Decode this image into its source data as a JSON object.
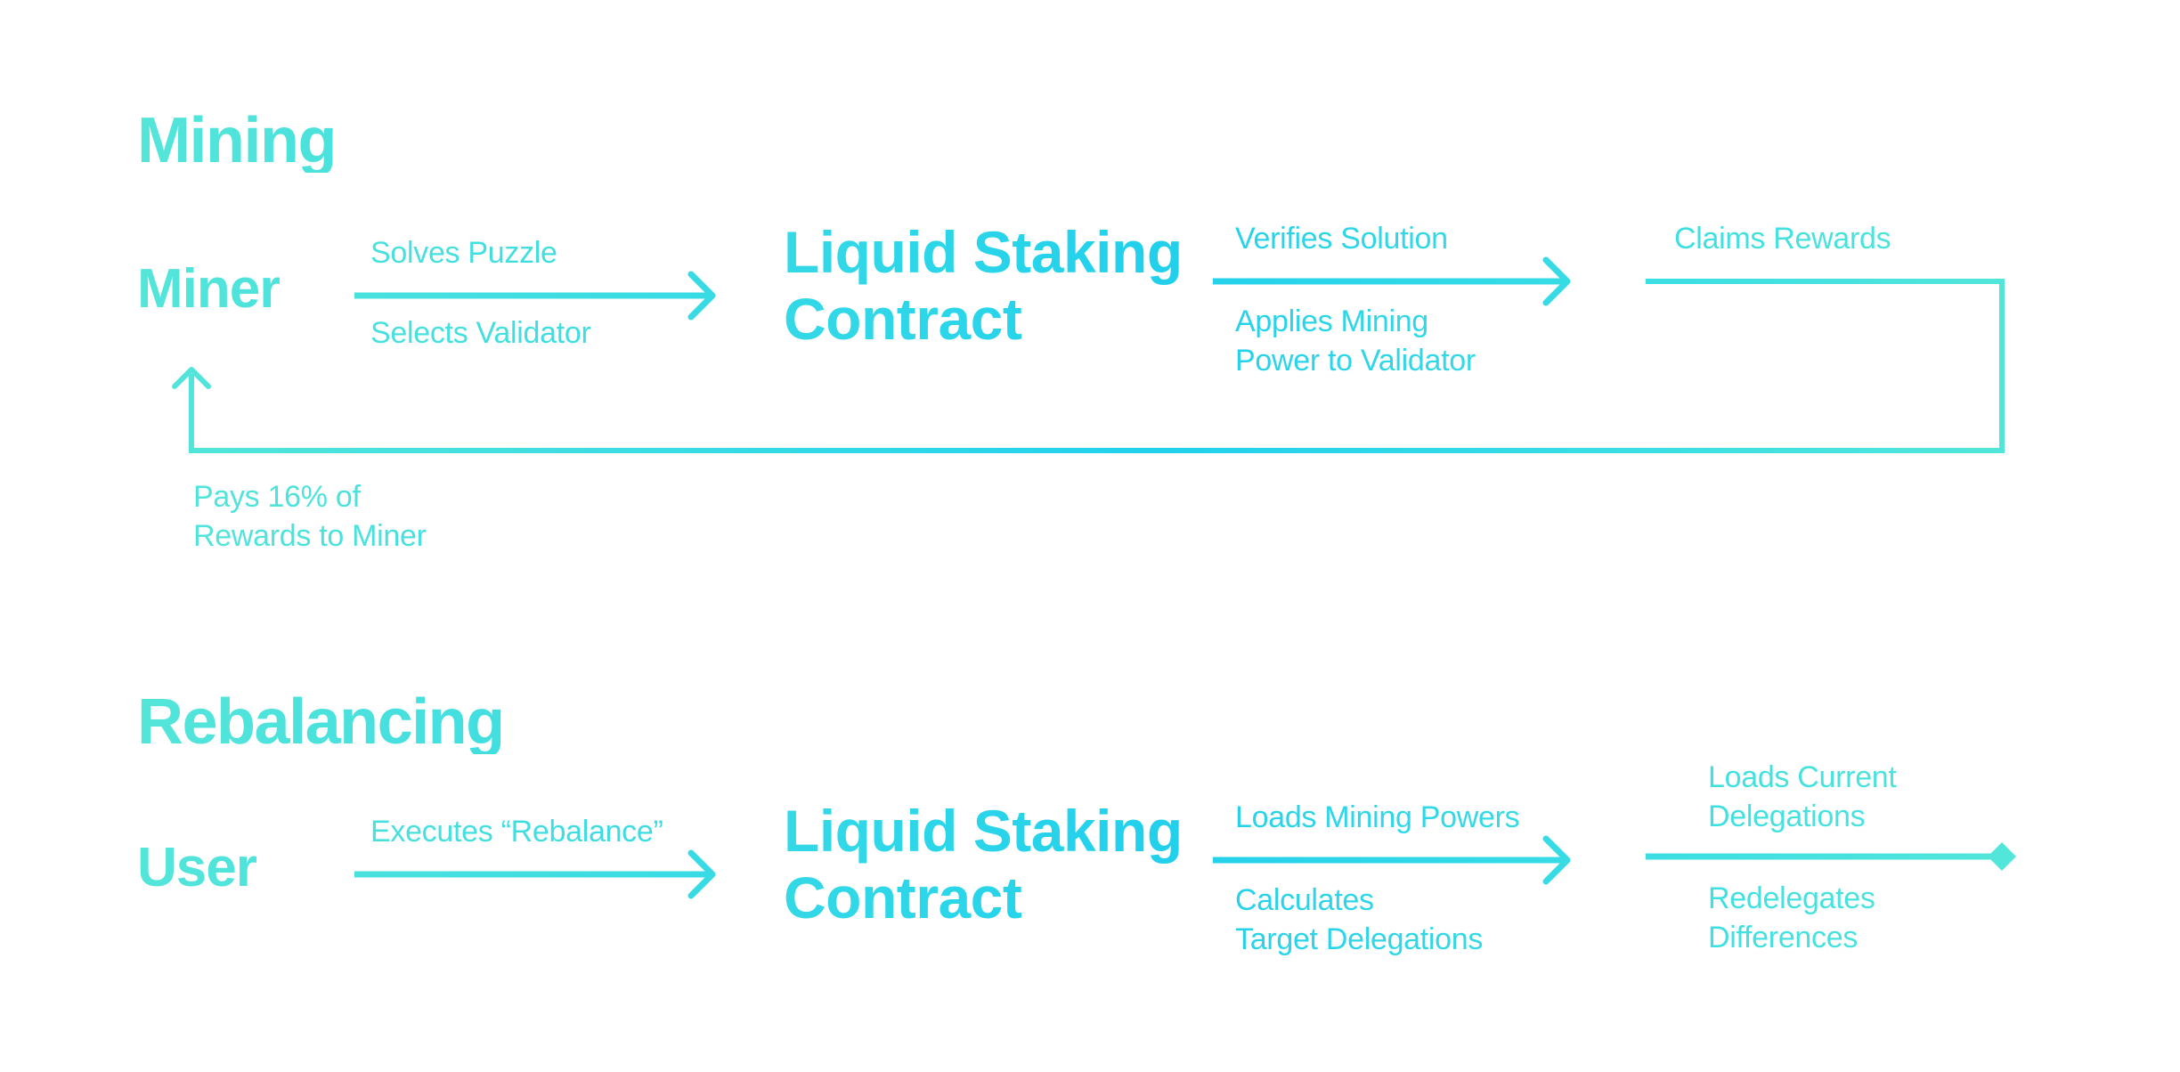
{
  "colors": {
    "mint": "#5BE8D6",
    "cyan": "#22D0EC",
    "mid": "#3EDFE2"
  },
  "mining": {
    "title": "Mining",
    "actor": "Miner",
    "step1": {
      "above": "Solves Puzzle",
      "below": "Selects Validator"
    },
    "contract": {
      "line1": "Liquid Staking",
      "line2": "Contract"
    },
    "step2": {
      "above": "Verifies Solution",
      "below_line1": "Applies Mining",
      "below_line2": "Power to Validator"
    },
    "step3": {
      "above": "Claims Rewards"
    },
    "return": {
      "line1": "Pays 16% of",
      "line2": "Rewards to Miner"
    }
  },
  "rebalancing": {
    "title": "Rebalancing",
    "actor": "User",
    "step1": {
      "above": "Executes “Rebalance”"
    },
    "contract": {
      "line1": "Liquid Staking",
      "line2": "Contract"
    },
    "step2": {
      "above": "Loads Mining Powers",
      "below_line1": "Calculates",
      "below_line2": "Target Delegations"
    },
    "step3": {
      "above_line1": "Loads Current",
      "above_line2": "Delegations",
      "below_line1": "Redelegates",
      "below_line2": "Differences"
    }
  }
}
